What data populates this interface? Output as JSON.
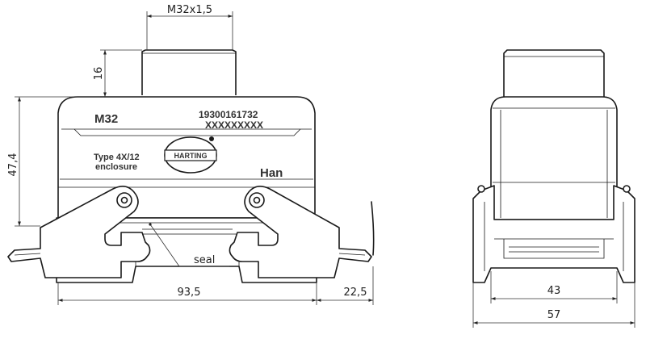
{
  "dimensions": {
    "thread": "M32x1,5",
    "height_top": "16",
    "height_main": "47,4",
    "width_front": "93,5",
    "width_lever": "22,5",
    "width_inner": "43",
    "width_side": "57"
  },
  "labels": {
    "seal": "seal",
    "thread_marking": "M32",
    "part_number": "19300161732",
    "part_code": "XXXXXXXXX",
    "type_line1": "Type 4X/12",
    "type_line2": "enclosure",
    "brand": "HARTING",
    "series": "Han"
  }
}
